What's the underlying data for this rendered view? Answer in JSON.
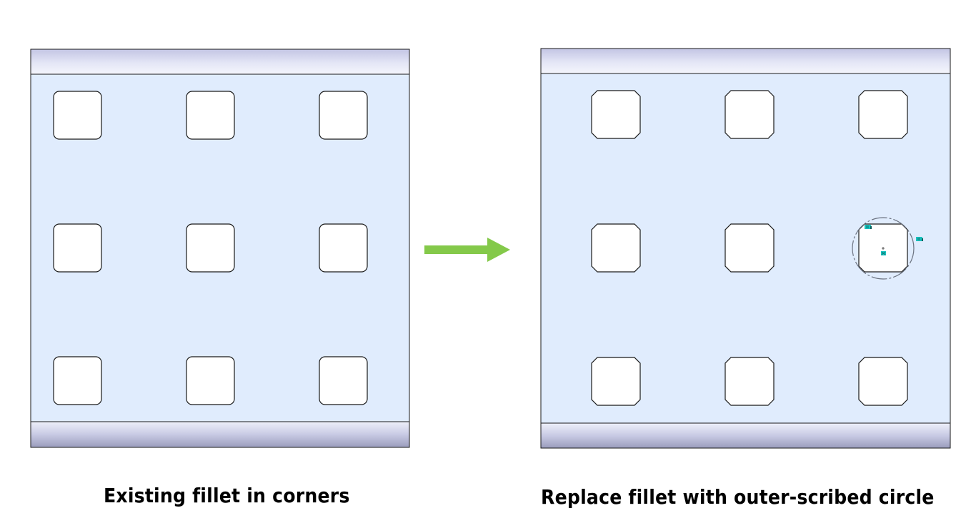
{
  "captions": {
    "left": "Existing fillet in corners",
    "right": "Replace fillet with outer-scribed circle"
  },
  "colors": {
    "panel_fill": "#e0ecfd",
    "flange_top": "#c3c5e4",
    "flange_light": "#eef0fa",
    "flange_bottom": "#9a9cbc",
    "outline": "#1a1a1a",
    "hole_fill": "#ffffff",
    "arrow": "#84c94a",
    "sketch_circle": "#6b7280",
    "relation_marker": "#19c4c0"
  },
  "icons": {
    "arrow": "arrow-right-icon",
    "relation": "relation-marker-icon",
    "center": "center-point-icon"
  },
  "panels": {
    "left": {
      "name": "existing-fillet-panel",
      "hole_corner": "fillet"
    },
    "right": {
      "name": "replaced-fillet-panel",
      "hole_corner": "chamfer",
      "highlighted_hole": "middle-right"
    }
  }
}
